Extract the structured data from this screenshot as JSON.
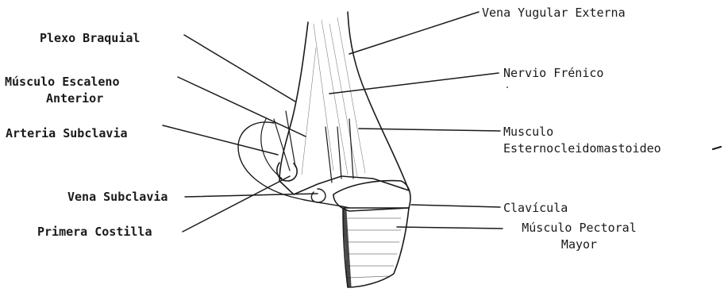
{
  "labels": {
    "vena_yugular_externa": "Vena Yugular Externa",
    "plexo_braquial": "Plexo Braquial",
    "nervio_frenico": "Nervio Frénico",
    "musculo_escaleno_l1": "Músculo Escaleno",
    "musculo_escaleno_l2": "Anterior",
    "arteria_subclavia": "Arteria Subclavia",
    "esterno_l1": "Musculo",
    "esterno_l2": "Esternocleidomastoideo",
    "vena_subclavia": "Vena Subclavia",
    "clavicula": "Clavícula",
    "primera_costilla": "Primera Costilla",
    "pectoral_l1": "Músculo Pectoral",
    "pectoral_l2": "Mayor"
  },
  "colors": {
    "ink": "#1a1a1a",
    "background": "#ffffff"
  }
}
